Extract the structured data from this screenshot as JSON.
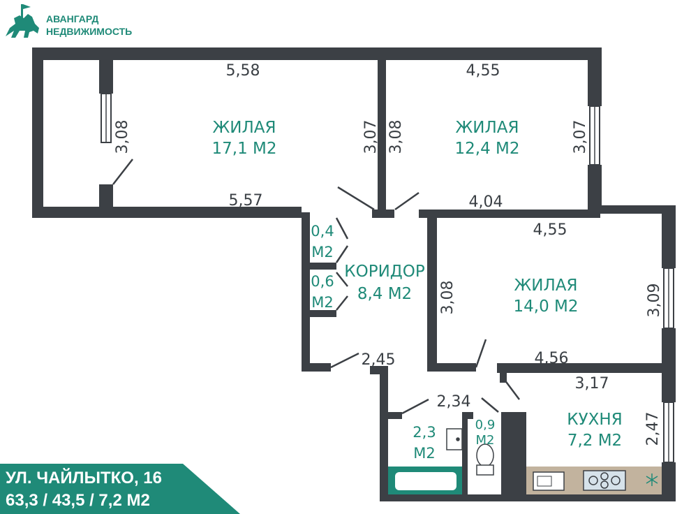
{
  "brand": {
    "line1": "АВАНГАРД",
    "line2": "НЕДВИЖИМОСТЬ",
    "logo_icon": "knight-on-horse-icon",
    "color": "#1f8a78"
  },
  "banner": {
    "address": "УЛ. ЧАЙЛЫТКО, 16",
    "areas": "63,3 / 43,5 / 7,2 М2",
    "color": "#1f8a78"
  },
  "colors": {
    "wall": "#3c4045",
    "room_text": "#1f8a78",
    "dim_text": "#3a3f44"
  },
  "rooms": {
    "living1": {
      "name": "ЖИЛАЯ",
      "area": "17,1 М2",
      "dim_top": "5,58",
      "dim_bottom": "5,57",
      "dim_left": "3,08",
      "dim_right": "3,07"
    },
    "living2": {
      "name": "ЖИЛАЯ",
      "area": "12,4 М2",
      "dim_top": "4,55",
      "dim_bottom": "4,04",
      "dim_left": "3,08",
      "dim_right": "3,07"
    },
    "living3": {
      "name": "ЖИЛАЯ",
      "area": "14,0 М2",
      "dim_top": "4,55",
      "dim_bottom": "4,56",
      "dim_left": "3,08",
      "dim_right": "3,09"
    },
    "corridor": {
      "name": "КОРИДОР",
      "area": "8,4 М2",
      "dim_bottom": "2,45"
    },
    "closet1": {
      "value": "0,4",
      "unit": "М2"
    },
    "closet2": {
      "value": "0,6",
      "unit": "М2"
    },
    "bath": {
      "value": "2,3",
      "unit": "М2",
      "dim_top": "2,34"
    },
    "toilet": {
      "value": "0,9",
      "unit": "М2"
    },
    "kitchen": {
      "name": "КУХНЯ",
      "area": "7,2 М2",
      "dim_top": "3,17",
      "dim_right": "2,47"
    }
  }
}
